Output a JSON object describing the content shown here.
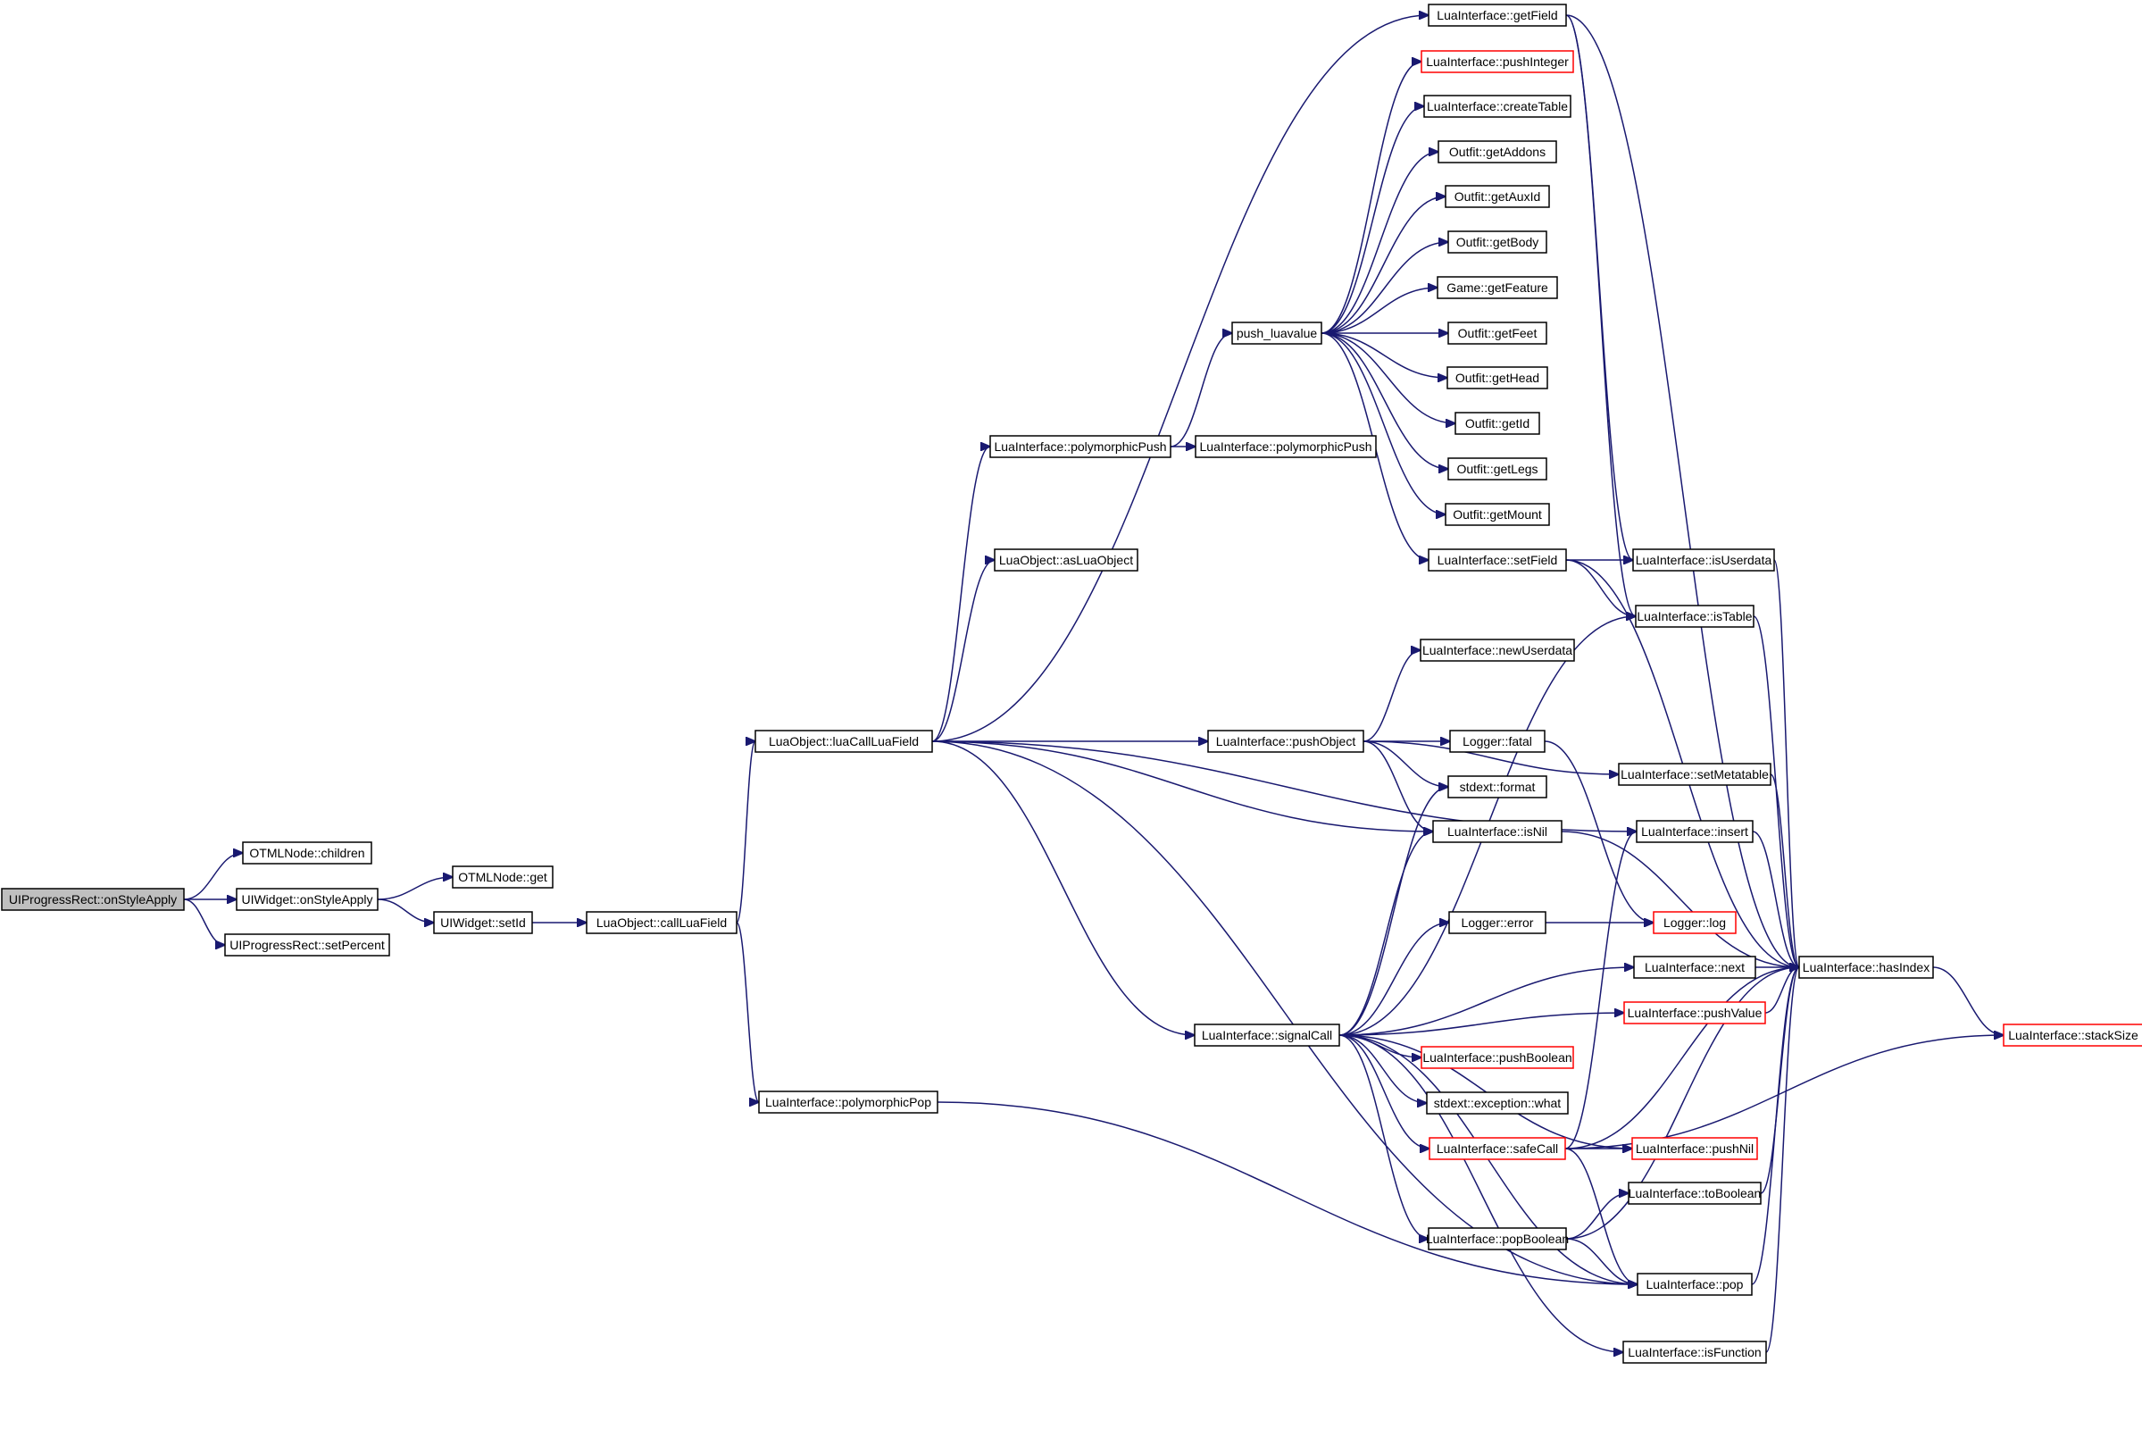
{
  "graph": {
    "edge_color": "#191970",
    "truncated_color": "#ff0000",
    "root_fill": "#bfbfbf",
    "nodes": [
      {
        "id": "n0",
        "label": "UIProgressRect::onStyleApply",
        "kind": "root"
      },
      {
        "id": "n1",
        "label": "OTMLNode::children",
        "kind": "normal"
      },
      {
        "id": "n2",
        "label": "UIWidget::onStyleApply",
        "kind": "normal"
      },
      {
        "id": "n3",
        "label": "UIProgressRect::setPercent",
        "kind": "normal"
      },
      {
        "id": "n4",
        "label": "OTMLNode::get",
        "kind": "normal"
      },
      {
        "id": "n5",
        "label": "UIWidget::setId",
        "kind": "normal"
      },
      {
        "id": "n6",
        "label": "LuaObject::callLuaField",
        "kind": "normal"
      },
      {
        "id": "n7",
        "label": "LuaObject::luaCallLuaField",
        "kind": "normal"
      },
      {
        "id": "n8",
        "label": "LuaInterface::polymorphicPop",
        "kind": "normal"
      },
      {
        "id": "n9",
        "label": "LuaInterface::polymorphicPush",
        "kind": "normal"
      },
      {
        "id": "n10",
        "label": "LuaObject::asLuaObject",
        "kind": "normal"
      },
      {
        "id": "n11",
        "label": "LuaInterface::pushObject",
        "kind": "normal"
      },
      {
        "id": "n12",
        "label": "LuaInterface::signalCall",
        "kind": "normal"
      },
      {
        "id": "n13",
        "label": "push_luavalue",
        "kind": "normal"
      },
      {
        "id": "n14",
        "label": "LuaInterface::polymorphicPush",
        "kind": "normal"
      },
      {
        "id": "n15",
        "label": "LuaInterface::getField",
        "kind": "normal"
      },
      {
        "id": "n16",
        "label": "LuaInterface::pushInteger",
        "kind": "red"
      },
      {
        "id": "n17",
        "label": "LuaInterface::createTable",
        "kind": "normal"
      },
      {
        "id": "n18",
        "label": "Outfit::getAddons",
        "kind": "normal"
      },
      {
        "id": "n19",
        "label": "Outfit::getAuxId",
        "kind": "normal"
      },
      {
        "id": "n20",
        "label": "Outfit::getBody",
        "kind": "normal"
      },
      {
        "id": "n21",
        "label": "Game::getFeature",
        "kind": "normal"
      },
      {
        "id": "n22",
        "label": "Outfit::getFeet",
        "kind": "normal"
      },
      {
        "id": "n23",
        "label": "Outfit::getHead",
        "kind": "normal"
      },
      {
        "id": "n24",
        "label": "Outfit::getId",
        "kind": "normal"
      },
      {
        "id": "n25",
        "label": "Outfit::getLegs",
        "kind": "normal"
      },
      {
        "id": "n26",
        "label": "Outfit::getMount",
        "kind": "normal"
      },
      {
        "id": "n27",
        "label": "LuaInterface::setField",
        "kind": "normal"
      },
      {
        "id": "n28",
        "label": "LuaInterface::newUserdata",
        "kind": "normal"
      },
      {
        "id": "n29",
        "label": "Logger::fatal",
        "kind": "normal"
      },
      {
        "id": "n30",
        "label": "stdext::format",
        "kind": "normal"
      },
      {
        "id": "n31",
        "label": "LuaInterface::isNil",
        "kind": "normal"
      },
      {
        "id": "n32",
        "label": "Logger::error",
        "kind": "normal"
      },
      {
        "id": "n33",
        "label": "LuaInterface::pushBoolean",
        "kind": "red"
      },
      {
        "id": "n34",
        "label": "stdext::exception::what",
        "kind": "normal"
      },
      {
        "id": "n35",
        "label": "LuaInterface::safeCall",
        "kind": "red"
      },
      {
        "id": "n36",
        "label": "LuaInterface::popBoolean",
        "kind": "normal"
      },
      {
        "id": "n37",
        "label": "LuaInterface::isUserdata",
        "kind": "normal"
      },
      {
        "id": "n38",
        "label": "LuaInterface::isTable",
        "kind": "normal"
      },
      {
        "id": "n39",
        "label": "LuaInterface::setMetatable",
        "kind": "normal"
      },
      {
        "id": "n40",
        "label": "LuaInterface::insert",
        "kind": "normal"
      },
      {
        "id": "n41",
        "label": "Logger::log",
        "kind": "red"
      },
      {
        "id": "n42",
        "label": "LuaInterface::next",
        "kind": "normal"
      },
      {
        "id": "n43",
        "label": "LuaInterface::pushValue",
        "kind": "red"
      },
      {
        "id": "n44",
        "label": "LuaInterface::pushNil",
        "kind": "red"
      },
      {
        "id": "n45",
        "label": "LuaInterface::toBoolean",
        "kind": "normal"
      },
      {
        "id": "n46",
        "label": "LuaInterface::pop",
        "kind": "normal"
      },
      {
        "id": "n47",
        "label": "LuaInterface::isFunction",
        "kind": "normal"
      },
      {
        "id": "n48",
        "label": "LuaInterface::hasIndex",
        "kind": "normal"
      },
      {
        "id": "n49",
        "label": "LuaInterface::stackSize",
        "kind": "red"
      }
    ],
    "edges": [
      [
        "n0",
        "n1"
      ],
      [
        "n0",
        "n2"
      ],
      [
        "n0",
        "n3"
      ],
      [
        "n2",
        "n4"
      ],
      [
        "n2",
        "n5"
      ],
      [
        "n5",
        "n6"
      ],
      [
        "n6",
        "n7"
      ],
      [
        "n6",
        "n8"
      ],
      [
        "n7",
        "n15"
      ],
      [
        "n7",
        "n9"
      ],
      [
        "n7",
        "n10"
      ],
      [
        "n7",
        "n11"
      ],
      [
        "n7",
        "n12"
      ],
      [
        "n7",
        "n31"
      ],
      [
        "n7",
        "n40"
      ],
      [
        "n7",
        "n46"
      ],
      [
        "n8",
        "n46"
      ],
      [
        "n9",
        "n13"
      ],
      [
        "n9",
        "n14"
      ],
      [
        "n13",
        "n16"
      ],
      [
        "n13",
        "n17"
      ],
      [
        "n13",
        "n18"
      ],
      [
        "n13",
        "n19"
      ],
      [
        "n13",
        "n20"
      ],
      [
        "n13",
        "n21"
      ],
      [
        "n13",
        "n22"
      ],
      [
        "n13",
        "n23"
      ],
      [
        "n13",
        "n24"
      ],
      [
        "n13",
        "n25"
      ],
      [
        "n13",
        "n26"
      ],
      [
        "n13",
        "n27"
      ],
      [
        "n15",
        "n37"
      ],
      [
        "n15",
        "n38"
      ],
      [
        "n15",
        "n48"
      ],
      [
        "n27",
        "n37"
      ],
      [
        "n27",
        "n38"
      ],
      [
        "n27",
        "n48"
      ],
      [
        "n37",
        "n48"
      ],
      [
        "n38",
        "n48"
      ],
      [
        "n11",
        "n28"
      ],
      [
        "n11",
        "n29"
      ],
      [
        "n11",
        "n30"
      ],
      [
        "n11",
        "n31"
      ],
      [
        "n11",
        "n39"
      ],
      [
        "n29",
        "n41"
      ],
      [
        "n31",
        "n48"
      ],
      [
        "n39",
        "n48"
      ],
      [
        "n40",
        "n48"
      ],
      [
        "n12",
        "n30"
      ],
      [
        "n12",
        "n31"
      ],
      [
        "n12",
        "n32"
      ],
      [
        "n12",
        "n33"
      ],
      [
        "n12",
        "n34"
      ],
      [
        "n12",
        "n35"
      ],
      [
        "n12",
        "n36"
      ],
      [
        "n12",
        "n38"
      ],
      [
        "n12",
        "n42"
      ],
      [
        "n12",
        "n43"
      ],
      [
        "n12",
        "n44"
      ],
      [
        "n12",
        "n46"
      ],
      [
        "n12",
        "n47"
      ],
      [
        "n32",
        "n41"
      ],
      [
        "n35",
        "n40"
      ],
      [
        "n35",
        "n44"
      ],
      [
        "n35",
        "n46"
      ],
      [
        "n35",
        "n48"
      ],
      [
        "n35",
        "n49"
      ],
      [
        "n36",
        "n45"
      ],
      [
        "n36",
        "n46"
      ],
      [
        "n36",
        "n48"
      ],
      [
        "n42",
        "n48"
      ],
      [
        "n43",
        "n48"
      ],
      [
        "n45",
        "n48"
      ],
      [
        "n46",
        "n48"
      ],
      [
        "n47",
        "n48"
      ],
      [
        "n48",
        "n49"
      ]
    ]
  }
}
